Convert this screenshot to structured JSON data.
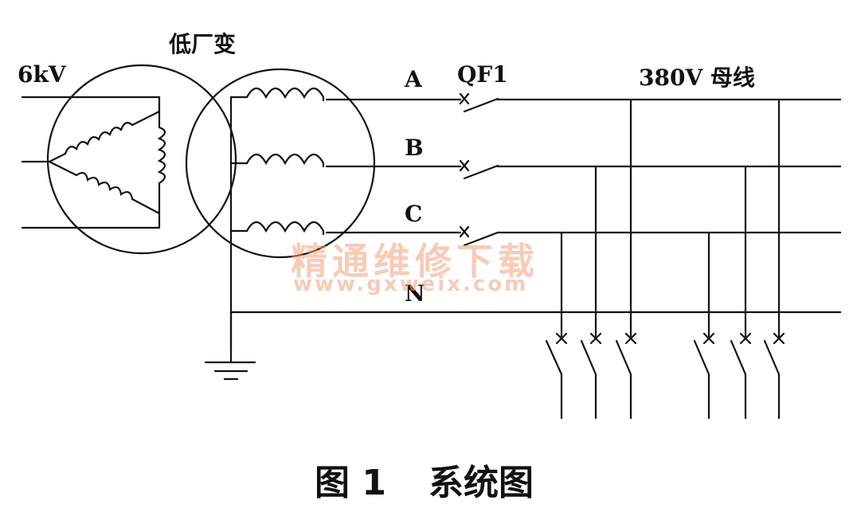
{
  "labels": {
    "source_voltage": "6kV",
    "transformer": "低厂变",
    "phase_a": "A",
    "phase_b": "B",
    "phase_c": "C",
    "neutral": "N",
    "main_breaker": "QF1",
    "busbar": "380V 母线"
  },
  "watermark": {
    "cn": "精通维修下载",
    "url": "www.gxweix.com"
  },
  "caption": {
    "number": "图 1",
    "title": "系统图"
  },
  "colors": {
    "line": "#111111",
    "watermark": "#f4a27c"
  }
}
